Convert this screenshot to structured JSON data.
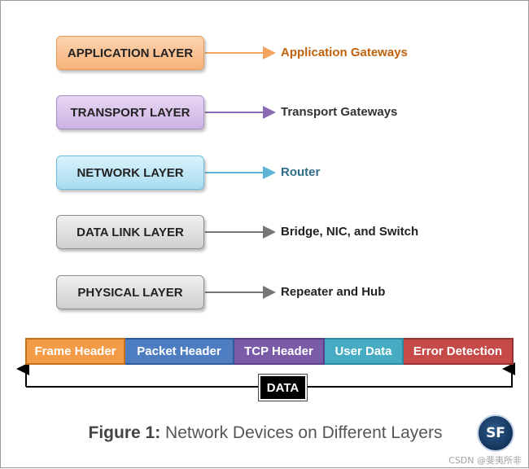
{
  "layers": [
    {
      "label": "APPLICATION LAYER",
      "device": "Application Gateways"
    },
    {
      "label": "TRANSPORT LAYER",
      "device": "Transport Gateways"
    },
    {
      "label": "NETWORK LAYER",
      "device": "Router"
    },
    {
      "label": "DATA LINK LAYER",
      "device": "Bridge, NIC, and Switch"
    },
    {
      "label": "PHYSICAL LAYER",
      "device": "Repeater and Hub"
    }
  ],
  "packet": {
    "segments": [
      "Frame Header",
      "Packet Header",
      "TCP Header",
      "User Data",
      "Error Detection"
    ],
    "span_label": "DATA"
  },
  "caption": {
    "prefix": "Figure 1:",
    "text": "Network Devices on Different Layers"
  },
  "logo": {
    "text": "SF"
  },
  "watermark": "CSDN @斐夷所非",
  "colors": {
    "application": "#f7b27a",
    "transport": "#cdb3e4",
    "network": "#a8dcf1",
    "lower": "#cfcfcf",
    "frame_header": "#f39b47",
    "packet_header": "#4e7ec1",
    "tcp_header": "#7a5ba8",
    "user_data": "#45acc3",
    "error_detection": "#c64a48"
  }
}
